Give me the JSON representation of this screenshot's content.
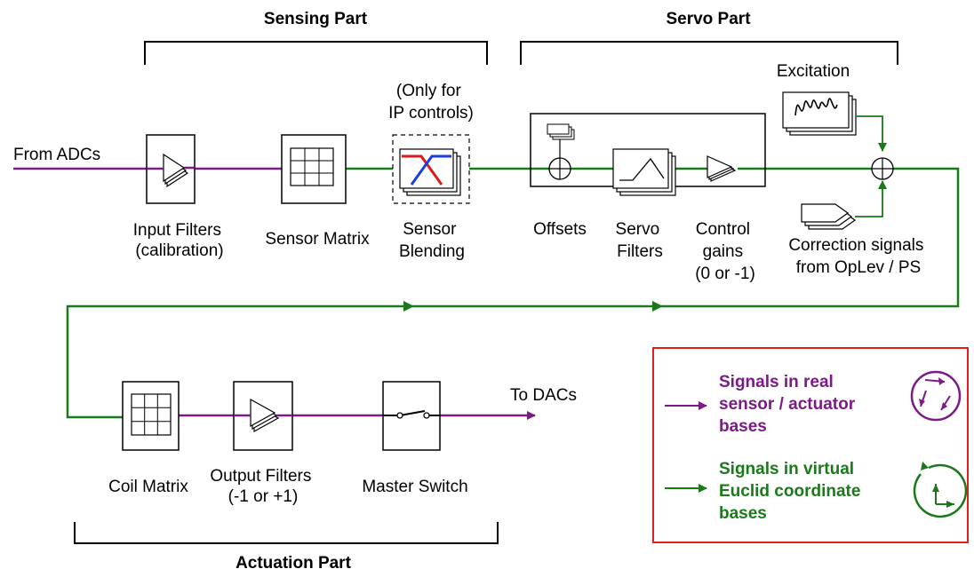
{
  "sections": {
    "sensing": "Sensing Part",
    "servo": "Servo Part",
    "actuation": "Actuation Part"
  },
  "signals": {
    "from_adcs": "From ADCs",
    "to_dacs": "To DACs",
    "excitation": "Excitation",
    "correction_line1": "Correction signals",
    "correction_line2": "from OpLev / PS"
  },
  "blocks": {
    "input_filters": [
      "Input Filters",
      "(calibration)"
    ],
    "sensor_matrix": [
      "Sensor Matrix"
    ],
    "sensor_blending": [
      "Sensor",
      "Blending"
    ],
    "blending_note": [
      "(Only for",
      "IP controls)"
    ],
    "offsets": [
      "Offsets"
    ],
    "servo_filters": [
      "Servo",
      "Filters"
    ],
    "control_gains": [
      "Control",
      "gains",
      "(0 or -1)"
    ],
    "coil_matrix": [
      "Coil Matrix"
    ],
    "output_filters": [
      "Output Filters",
      "(-1 or +1)"
    ],
    "master_switch": [
      "Master Switch"
    ]
  },
  "legend": {
    "real": [
      "Signals in real",
      "sensor / actuator",
      "bases"
    ],
    "virtual": [
      "Signals in virtual",
      "Euclid coordinate",
      "bases"
    ]
  },
  "colors": {
    "real_signal": "#7a1b86",
    "virtual_signal": "#1a7a1a",
    "legend_border": "#e02020",
    "blend_low": "#1a3fe0",
    "blend_high": "#e01a1a"
  }
}
